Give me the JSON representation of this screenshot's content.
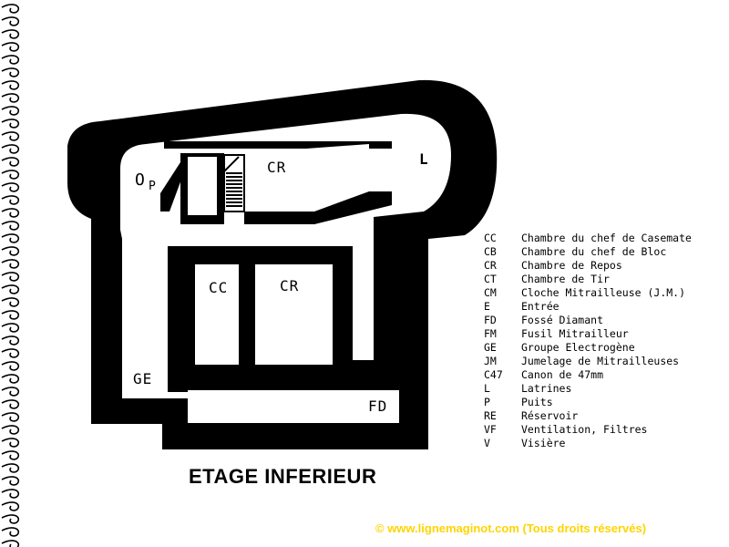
{
  "title": "ETAGE INFERIEUR",
  "copyright": "© www.lignemaginot.com (Tous droits réservés)",
  "colors": {
    "walls": "#000000",
    "background": "#ffffff",
    "copyright": "#ffd400"
  },
  "plan_labels": {
    "cr_upper": "CR",
    "l": "L",
    "o": "O",
    "p": "P",
    "cc": "CC",
    "cr_lower": "CR",
    "ge": "GE",
    "fd": "FD"
  },
  "legend": [
    {
      "code": "CC",
      "desc": "Chambre du chef de Casemate"
    },
    {
      "code": "CB",
      "desc": "Chambre du chef de Bloc"
    },
    {
      "code": "CR",
      "desc": "Chambre de Repos"
    },
    {
      "code": "CT",
      "desc": "Chambre de Tir"
    },
    {
      "code": "CM",
      "desc": "Cloche Mitrailleuse  (J.M.)"
    },
    {
      "code": "E",
      "desc": "Entrée"
    },
    {
      "code": "FD",
      "desc": "Fossé Diamant"
    },
    {
      "code": "FM",
      "desc": "Fusil Mitrailleur"
    },
    {
      "code": "GE",
      "desc": "Groupe Electrogène"
    },
    {
      "code": "JM",
      "desc": "Jumelage de Mitrailleuses"
    },
    {
      "code": "C47",
      "desc": "Canon de 47mm"
    },
    {
      "code": "L",
      "desc": "Latrines"
    },
    {
      "code": "P",
      "desc": "Puits"
    },
    {
      "code": "RE",
      "desc": "Réservoir"
    },
    {
      "code": "VF",
      "desc": "Ventilation, Filtres"
    },
    {
      "code": "V",
      "desc": "Visière"
    }
  ]
}
